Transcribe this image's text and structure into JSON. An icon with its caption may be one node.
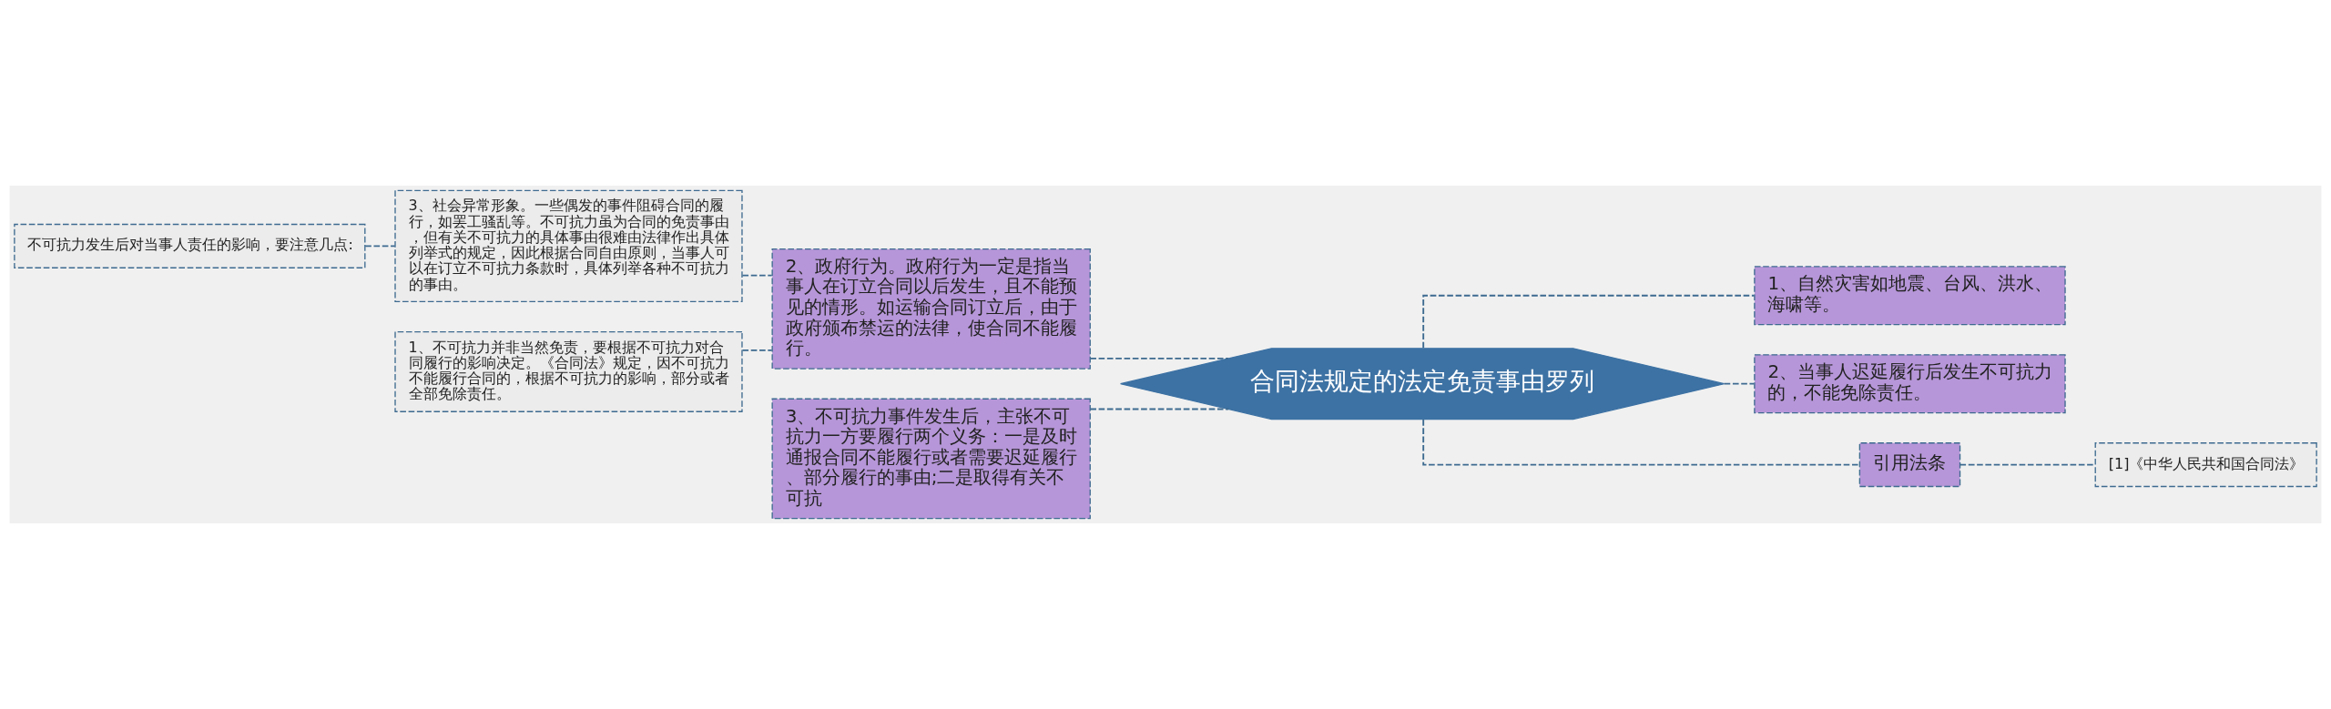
{
  "diagram": {
    "nodes": [
      {
        "text": [
          "合同法规定的法定免责事由罗列"
        ]
      },
      {
        "text": [
          "2、政府行为。政府行为一定是指当事人在订立合同以后发生，且不能预见的情形。如运输合同订立后，由于政府颁布禁运的法律，使合同不能履行。"
        ]
      },
      {
        "text": [
          "3、不可抗力事件发生后，主张不可抗力一方要履行两个义务：一是及时通报合同不能履行或者需要迟延履行、部分履行的事由;二是取得有关不可抗"
        ]
      },
      {
        "text": [
          "3、社会异常形象。一些偶发的事件阻碍合同的履行，如罢工骚乱等。不可抗力虽为合同的免责事由，但有关不可抗力的具体事由很难由法律作出具体列举式的规定，因此根据合同自由原则，当事人可以在订立不可抗力条款时，具体列举各种不可抗力的事由。"
        ]
      },
      {
        "text": [
          "1、不可抗力并非当然免责，要根据不可抗力对合同履行的影响决定。《合同法》规定，因不可抗力不能履行合同的，根据不可抗力的影响，部分或者全部免除责任。"
        ]
      },
      {
        "text": [
          "不可抗力发生后对当事人责任的影响，要注意几点:"
        ]
      },
      {
        "text": [
          "1、自然灾害如地震、台风、洪水、海啸等。"
        ]
      },
      {
        "text": [
          "2、当事人迟延履行后发生不可抗力的，不能免除责任。"
        ]
      },
      {
        "text": [
          "引用法条"
        ]
      },
      {
        "text": [
          "[1]《中华人民共和国合同法》"
        ]
      }
    ],
    "edges": [
      {
        "from": 0,
        "to": 1,
        "arrow": "none",
        "style": "dashed"
      },
      {
        "from": 1,
        "to": 3,
        "arrow": "none",
        "style": "dashed"
      },
      {
        "from": 3,
        "to": 5,
        "arrow": "none",
        "style": "dashed"
      },
      {
        "from": 1,
        "to": 4,
        "arrow": "none",
        "style": "dashed"
      },
      {
        "from": 0,
        "to": 2,
        "arrow": "none",
        "style": "dashed"
      },
      {
        "from": 0,
        "to": 6,
        "arrow": "none",
        "style": "dashed"
      },
      {
        "from": 0,
        "to": 7,
        "arrow": "none",
        "style": "dashed"
      },
      {
        "from": 0,
        "to": 8,
        "arrow": "none",
        "style": "dashed"
      },
      {
        "from": 8,
        "to": 9,
        "arrow": "none",
        "style": "dashed"
      }
    ]
  }
}
